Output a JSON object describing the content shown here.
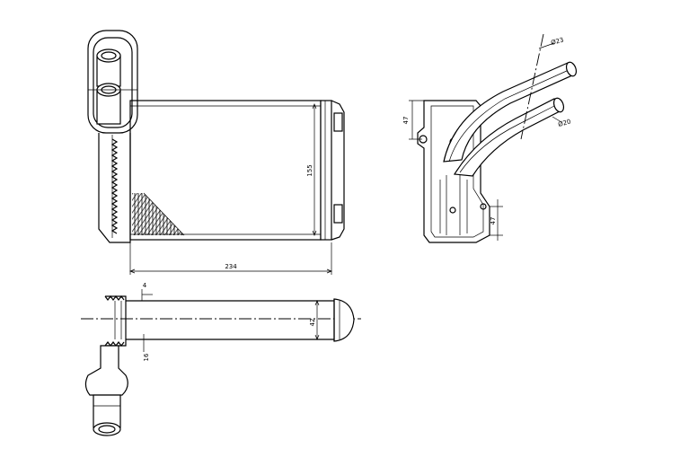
{
  "dimensions": {
    "width": "234",
    "height": "155",
    "thickness": "42",
    "tank_thickness": "4",
    "offset": "16",
    "side_top": "47",
    "side_bottom": "47",
    "pipe_dia_top": "Ø23",
    "pipe_dia_bottom": "Ø20"
  }
}
